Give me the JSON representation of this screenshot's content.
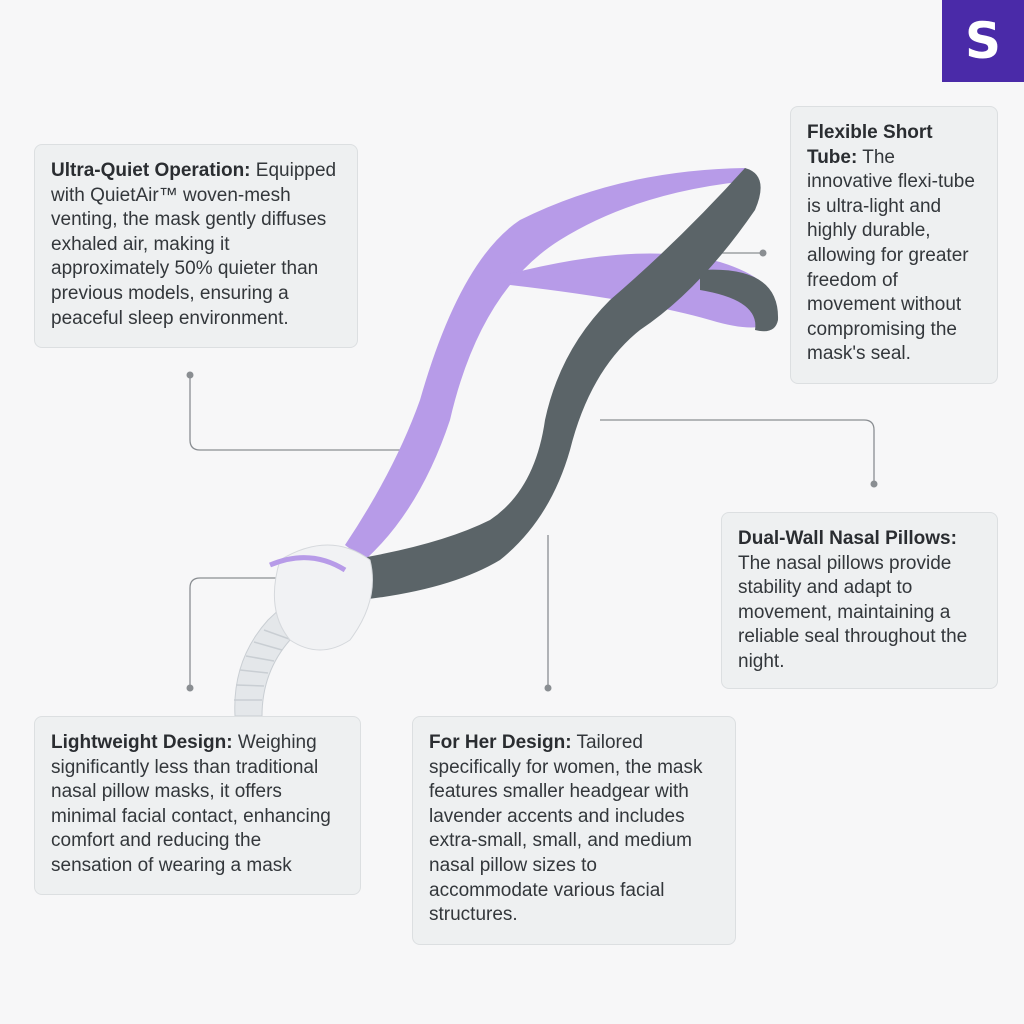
{
  "logo": {
    "letter": "S",
    "color": "#4a2aa8"
  },
  "features": [
    {
      "title": "Ultra-Quiet Operation:",
      "body": " Equipped with QuietAir™ woven-mesh venting, the mask gently diffuses exhaled air, making it approximately 50% quieter than previous models, ensuring a peaceful sleep environment."
    },
    {
      "title": "Flexible Short Tube:",
      "body": " The innovative flexi-tube is ultra-light and highly durable, allowing for greater freedom of movement without compromising the mask's seal."
    },
    {
      "title": "Dual-Wall Nasal Pillows:",
      "body": " The nasal pillows provide stability and adapt to movement, maintaining a reliable seal throughout the night."
    },
    {
      "title": "Lightweight Design:",
      "body": " Weighing significantly less than traditional nasal pillow masks, it offers minimal facial contact, enhancing comfort and reducing the sensation of wearing a mask"
    },
    {
      "title": "For Her Design:",
      "body": " Tailored specifically for women, the mask features smaller headgear with lavender accents and includes extra-small, small, and medium nasal pillow sizes to accommodate various facial structures."
    }
  ],
  "colors": {
    "accent_purple": "#b79be8",
    "strap_gray": "#5b6468"
  }
}
